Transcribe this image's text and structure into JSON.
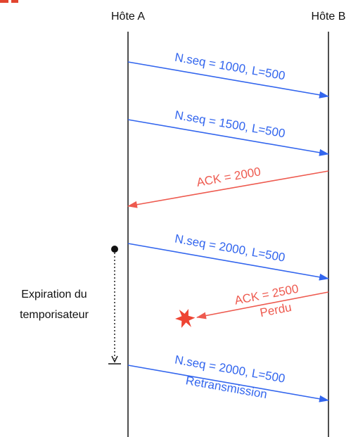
{
  "hosts": {
    "a": "Hôte A",
    "b": "Hôte B"
  },
  "colors": {
    "send": "#3366ee",
    "ack": "#ee5a4f",
    "line": "#222222",
    "accent": "#e2452f"
  },
  "messages": {
    "m1": {
      "label": "N.seq = 1000, L=500"
    },
    "m2": {
      "label": "N.seq = 1500, L=500"
    },
    "m3": {
      "label": "ACK = 2000"
    },
    "m4": {
      "label": "N.seq = 2000, L=500"
    },
    "m5": {
      "label": "ACK = 2500",
      "sublabel": "Perdu"
    },
    "m6": {
      "label": "N.seq = 2000, L=500",
      "sublabel": "Retransmission"
    }
  },
  "timer": {
    "line1": "Expiration du",
    "line2": "temporisateur"
  },
  "icons": {
    "loss": "star-burst-icon",
    "timer_start": "dot-icon",
    "timer_end": "timer-end-icon"
  }
}
